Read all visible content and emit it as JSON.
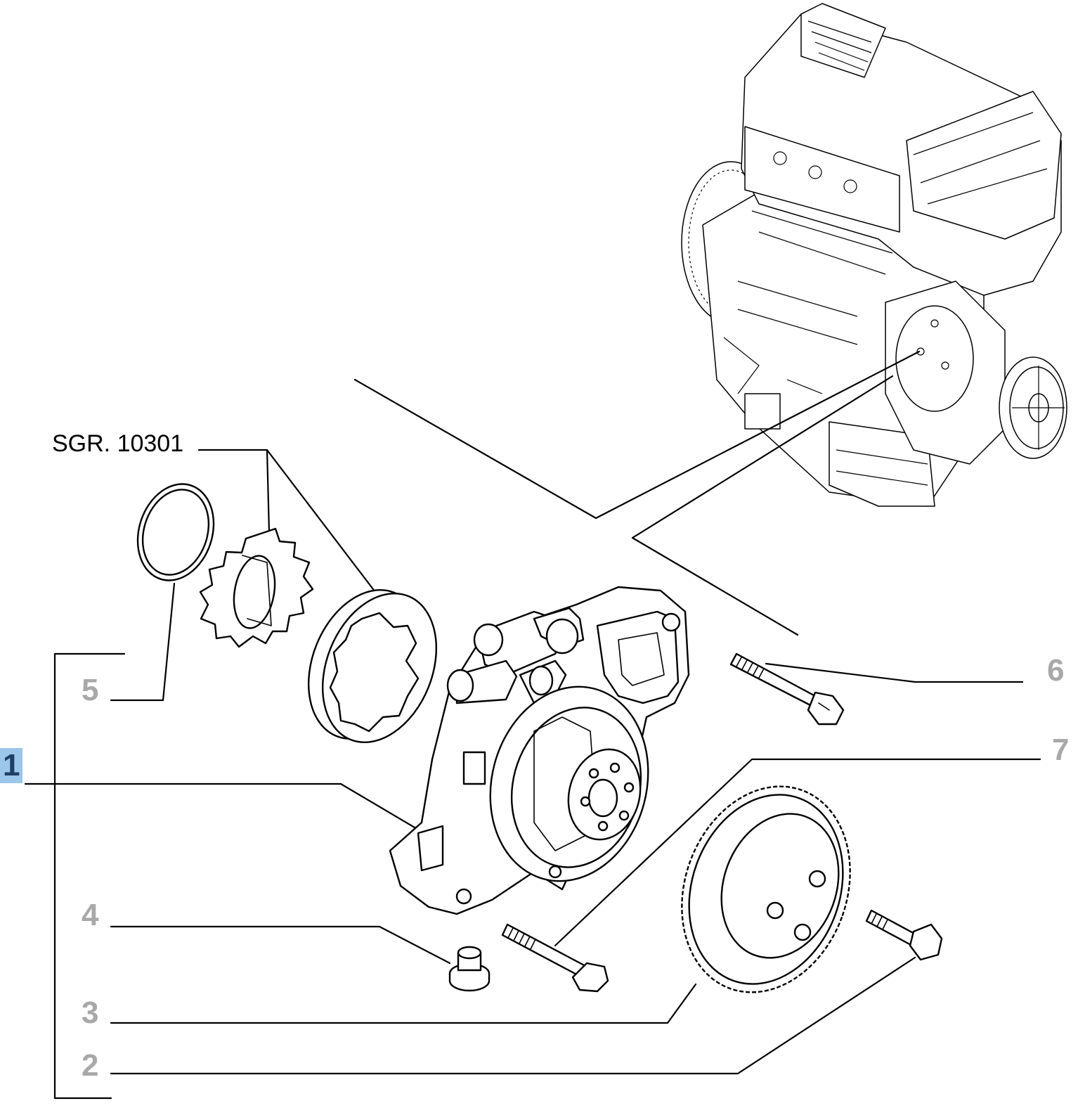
{
  "group_label": "SGR. 10301",
  "callouts": {
    "c1": "1",
    "c2": "2",
    "c3": "3",
    "c4": "4",
    "c5": "5",
    "c6": "6",
    "c7": "7"
  },
  "colors": {
    "callout_text": "#a8a8a8",
    "highlight_bg": "#9cc6ea",
    "highlight_text": "#1f3f66",
    "line": "#000000"
  }
}
